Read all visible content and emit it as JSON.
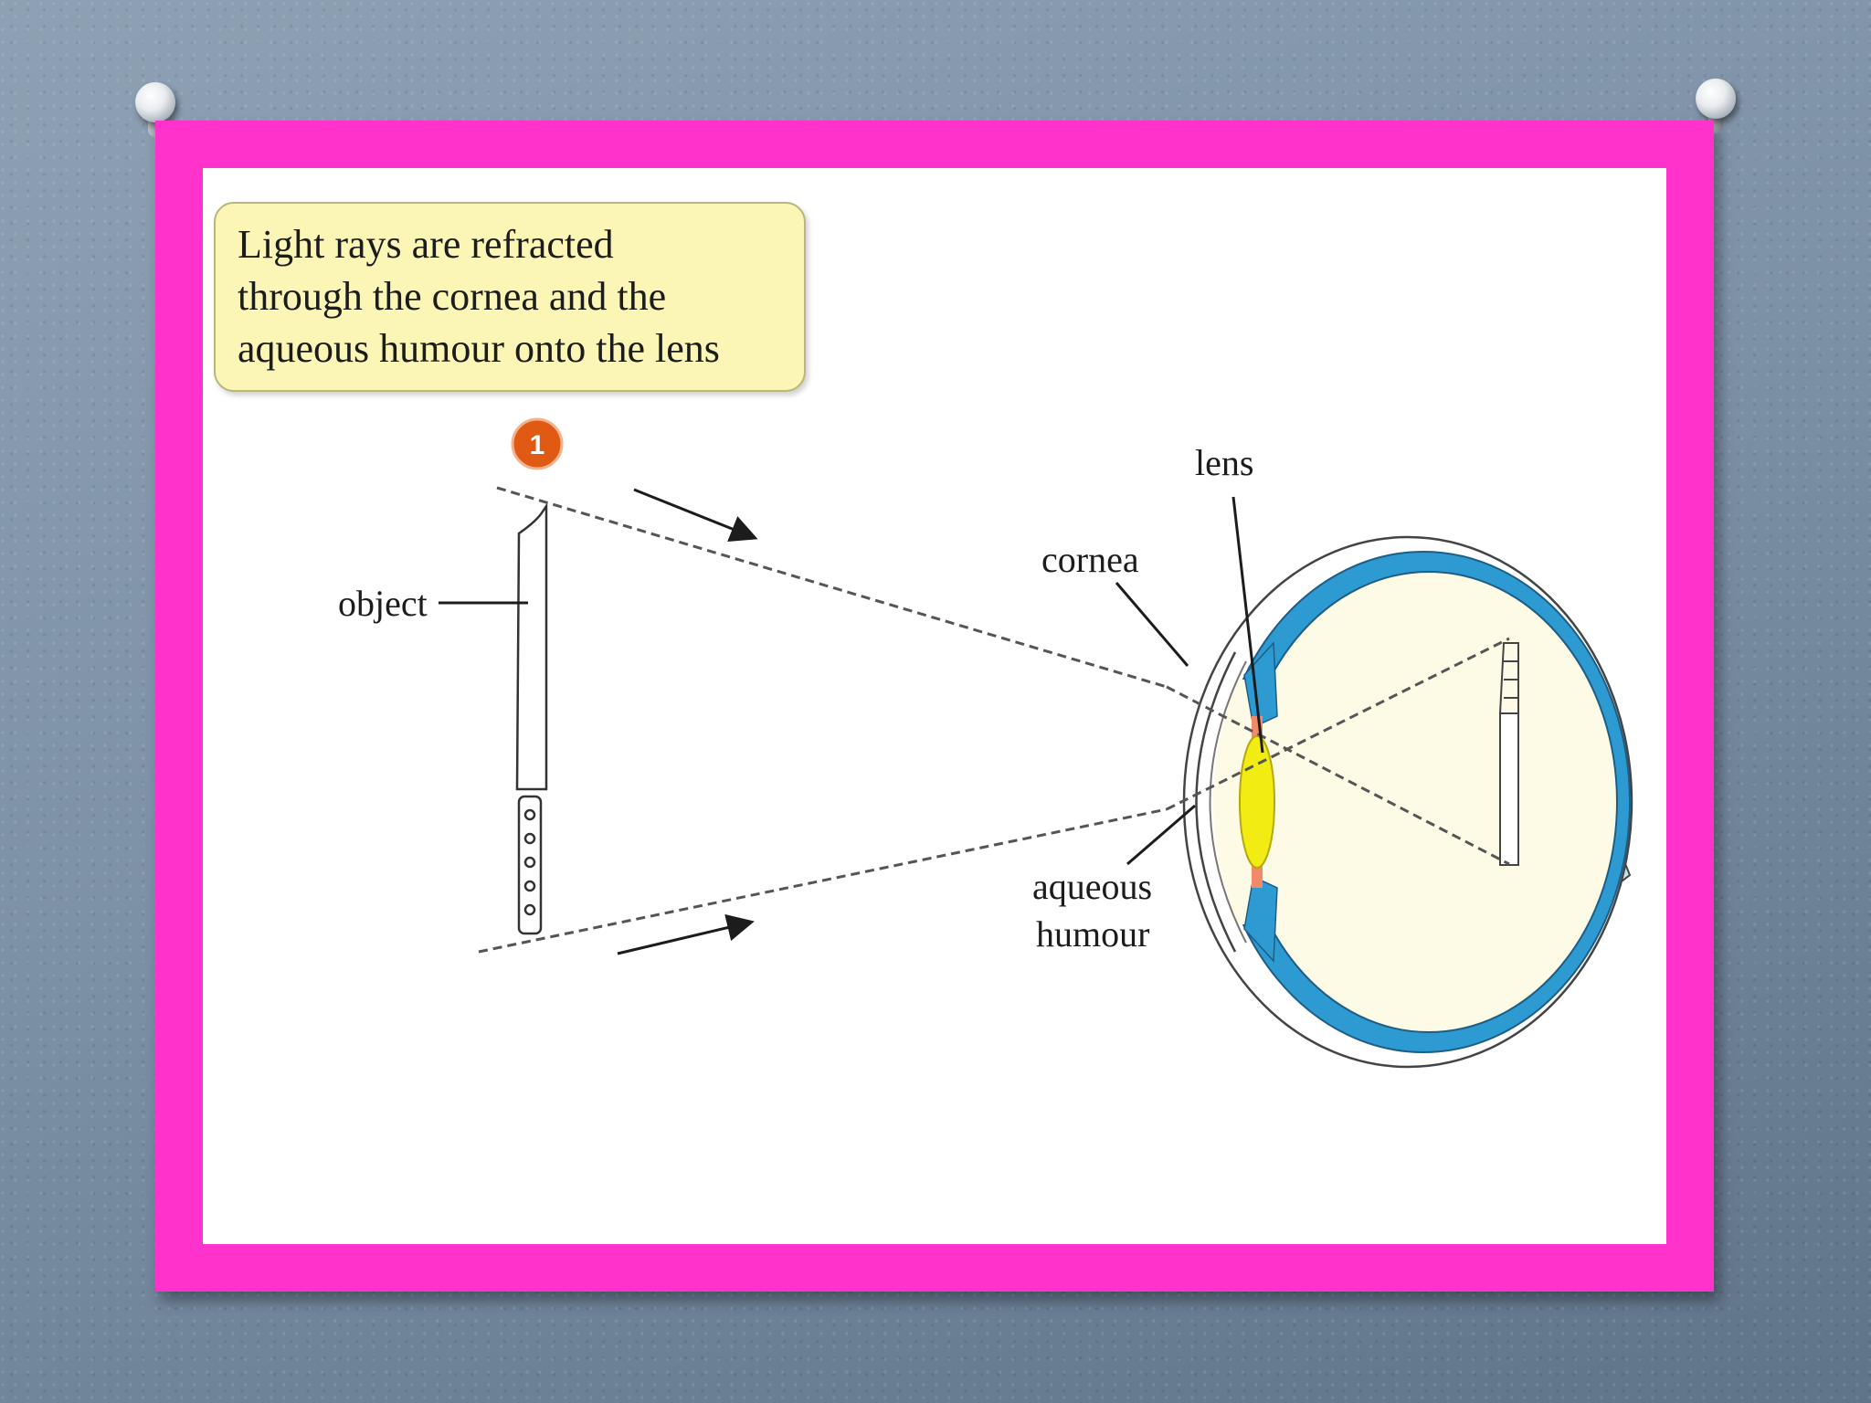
{
  "callout": {
    "text": "Light rays are refracted\nthrough the cornea and the\naqueous humour onto the lens"
  },
  "step_badge": {
    "number": "1",
    "color": "#e05a14"
  },
  "labels": {
    "object": "object",
    "lens": "lens",
    "cornea": "cornea",
    "aqueous_line1": "aqueous",
    "aqueous_line2": "humour"
  },
  "colors": {
    "frame": "#ff33cc",
    "callout_fill": "#fcf6b6",
    "eye_outer": "#2e9ad2",
    "lens_fill": "#f2ec12",
    "ciliary": "#f08a6a",
    "vitreous": "#fdfbe6"
  }
}
